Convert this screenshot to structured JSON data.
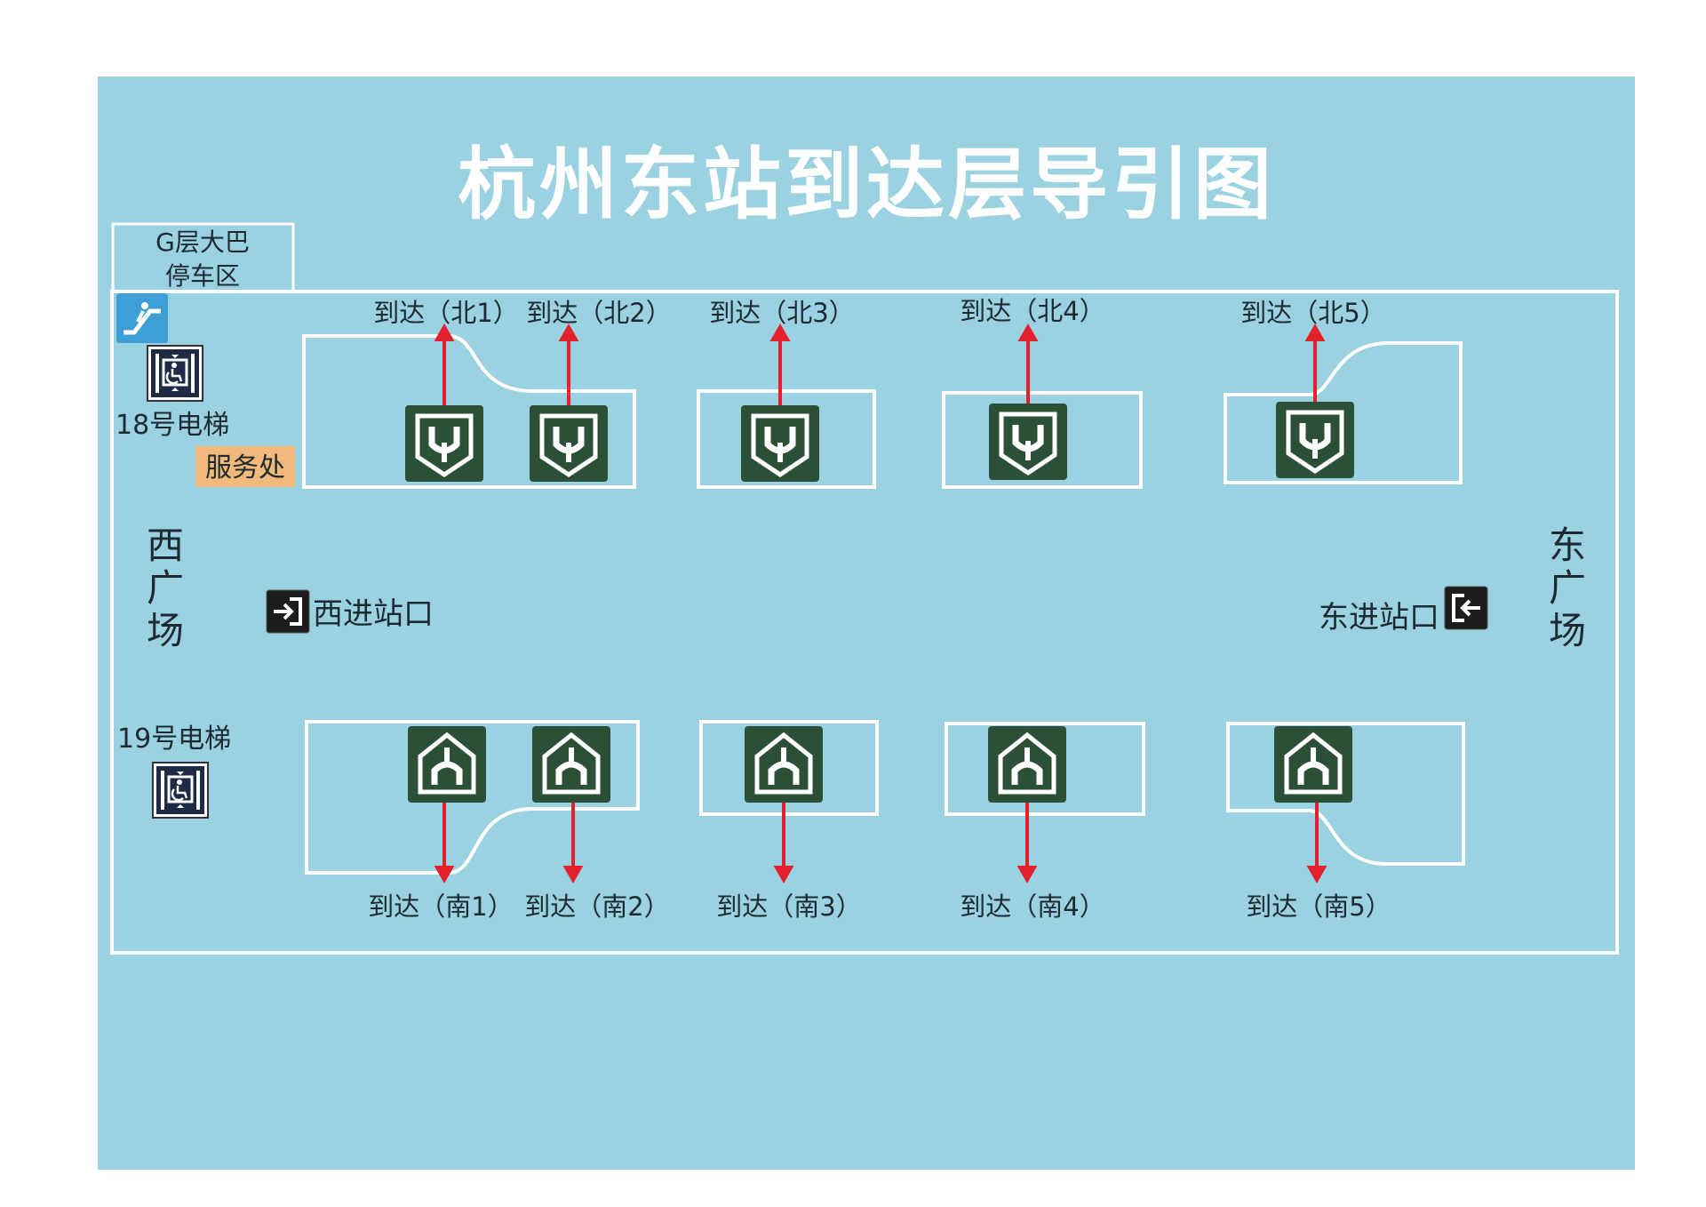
{
  "title": "杭州东站到达层导引图",
  "colors": {
    "background": "#9bd2e1",
    "outline": "#ffffff",
    "arrow": "#e3202b",
    "exit_icon_fill": "#2b5037",
    "service_desk": "#f1b97a",
    "escalator_icon": "#3d9fd5"
  },
  "bus_area": {
    "line1": "G层大巴",
    "line2": "停车区"
  },
  "elevator_18": "18号电梯",
  "elevator_19": "19号电梯",
  "service_desk": "服务处",
  "west_plaza": [
    "西",
    "广",
    "场"
  ],
  "east_plaza": [
    "东",
    "广",
    "场"
  ],
  "west_entrance": "西进站口",
  "east_entrance": "东进站口",
  "north_exits": [
    "到达（北1）",
    "到达（北2）",
    "到达（北3）",
    "到达（北4）",
    "到达（北5）"
  ],
  "south_exits": [
    "到达（南1）",
    "到达（南2）",
    "到达（南3）",
    "到达（南4）",
    "到达（南5）"
  ],
  "icons": {
    "escalator": "escalator-icon",
    "elevator": "accessible-elevator-icon",
    "exit_north": "exit-down-icon",
    "exit_south": "exit-up-icon",
    "entrance": "entrance-icon"
  }
}
